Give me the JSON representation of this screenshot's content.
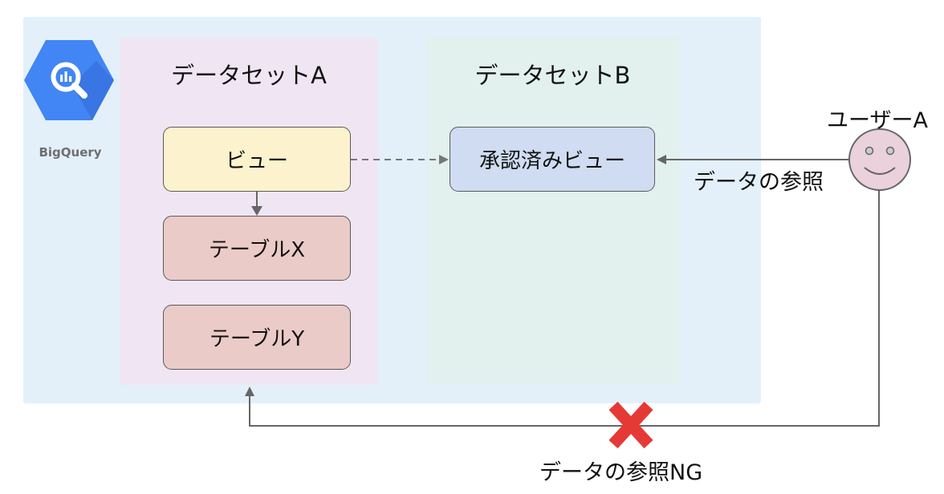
{
  "logo": {
    "label": "BigQuery",
    "icon": "bigquery-magnifier-icon",
    "color": "#4285f4"
  },
  "dataset_a": {
    "title": "データセットA",
    "nodes": {
      "view": "ビュー",
      "table_x": "テーブルX",
      "table_y": "テーブルY"
    }
  },
  "dataset_b": {
    "title": "データセットB",
    "nodes": {
      "approved_view": "承認済みビュー"
    }
  },
  "user": {
    "name": "ユーザーA",
    "icon": "smiley-face-icon"
  },
  "edges": {
    "user_ok_label": "データの参照",
    "user_ng_label": "データの参照NG",
    "ng_icon": "red-x-icon",
    "ng_color": "#e53935"
  },
  "colors": {
    "outer": "#e3f0fa",
    "dataset_a": "#f0e6f3",
    "dataset_b": "#e2f0ee",
    "view": "#fcf2cd",
    "table": "#ebcbc7",
    "approved_view": "#cfdcf1",
    "user_face": "#ead1dc"
  }
}
